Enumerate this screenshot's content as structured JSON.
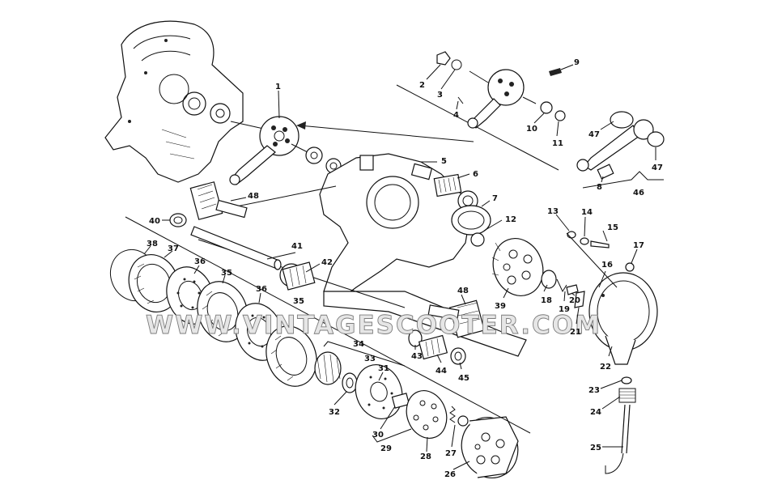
{
  "diagram": {
    "watermark": "WWW.VINTAGESCOOTER.COM",
    "part_numbers": [
      "1",
      "2",
      "3",
      "4",
      "5",
      "6",
      "7",
      "8",
      "9",
      "10",
      "11",
      "12",
      "13",
      "14",
      "15",
      "16",
      "17",
      "18",
      "19",
      "20",
      "21",
      "22",
      "23",
      "24",
      "25",
      "26",
      "27",
      "28",
      "29",
      "30",
      "31",
      "32",
      "33",
      "34",
      "35",
      "35",
      "36",
      "36",
      "37",
      "38",
      "39",
      "40",
      "41",
      "42",
      "43",
      "44",
      "45",
      "46",
      "47",
      "47",
      "48",
      "48"
    ]
  }
}
